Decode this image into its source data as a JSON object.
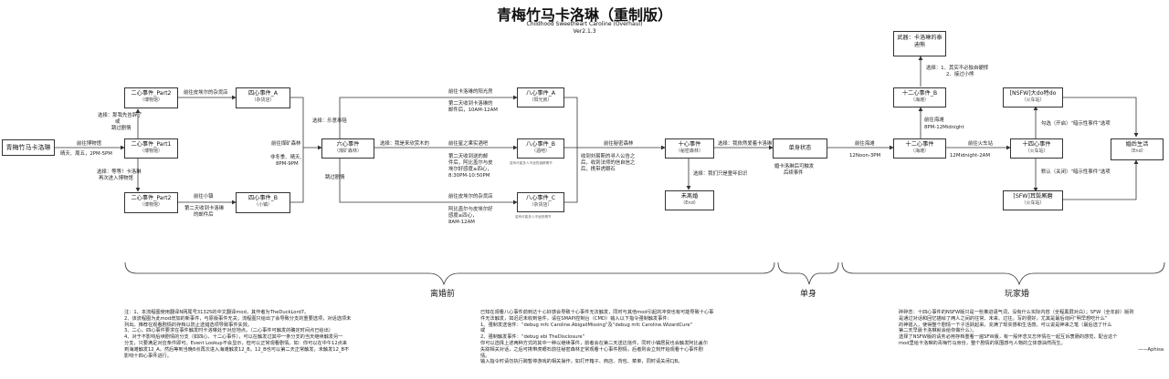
{
  "title": "青梅竹马卡洛琳（重制版）",
  "subtitle": "Childhood Sweetheart Caroline (Overhaul)",
  "version": "Ver2.1.3",
  "nodes": {
    "start": {
      "label": "青梅竹马卡洛琳"
    },
    "h2a": {
      "label": "二心事件_Part2",
      "sub": "（博物馆）"
    },
    "h2p1": {
      "label": "二心事件_Part1",
      "sub": "（博物馆）"
    },
    "h2b": {
      "label": "二心事件_Part2",
      "sub": "（博物馆）"
    },
    "h4a": {
      "label": "四心事件_A",
      "sub": "（杂货店）"
    },
    "h4b": {
      "label": "四心事件_B",
      "sub": "（小镇）"
    },
    "h6": {
      "label": "六心事件",
      "sub": "（煤矿森林）"
    },
    "h8a": {
      "label": "八心事件_A",
      "sub": "（阳光房）"
    },
    "h8b": {
      "label": "八心事件_B",
      "sub": "（酒吧）",
      "note": "若有可能多人不适的酒精情节"
    },
    "h8c": {
      "label": "八心事件_C",
      "sub": "（杂货店）",
      "note": "若有可能多人不适的情节"
    },
    "h10": {
      "label": "十心事件",
      "sub": "（秘密森林）"
    },
    "unmarried": {
      "label": "未离婚",
      "sub": "（End）"
    },
    "single": {
      "label": "单身状态"
    },
    "h12": {
      "label": "十二心事件",
      "sub": "（海滩）"
    },
    "h12b": {
      "label": "十二心事件_B",
      "sub": "（海滩）"
    },
    "weapon": {
      "label": "武器：卡洛琳的泰迪熊"
    },
    "h14": {
      "label": "十四心事件",
      "sub": "（火车站）"
    },
    "nsfw": {
      "label": "[NSFW]大do特do",
      "sub": "（火车站）"
    },
    "sfw": {
      "label": "[SFW]耳鬓厮磨",
      "sub": "（火车站）"
    },
    "after": {
      "label": "婚后生活",
      "sub": "（End）"
    }
  },
  "edges": {
    "museum_cond1": "前往博物馆",
    "museum_cond2": "晴天、周五，2PM-5PM",
    "choice_yes": "选择：那我先告辞了",
    "choice_yes2": "或",
    "choice_yes3": "跳过剧情",
    "choice_wait": "选择：等等！卡洛琳",
    "choice_wait2": "再次进入博物馆",
    "to_shop": "前往皮埃尔的杂货店",
    "to_town": "前往小镇",
    "letter": "第二天收到卡洛琳",
    "letter2": "的邮件后",
    "to_mine": "前往煤矿森林",
    "mine_cond": "非冬季、晴天、",
    "mine_cond2": "8PM-9PM",
    "choice_help": "选择：乐意奉陪",
    "choice_come": "选择：我是来欣赏木的",
    "skip": "跳过剧情",
    "sun_go": "前往卡洛琳的阳光房",
    "sun_c1": "第二天收到卡洛琳的",
    "sun_c2": "邮件后，10AM-12AM",
    "bar_go": "前往星之果实酒吧",
    "bar_c1": "第二天收到送的邮",
    "bar_c2": "件后，阿比盖尔与皮",
    "bar_c3": "埃尔好感度≥四心，",
    "bar_c4": "8:30PM-10:50PM",
    "shop_go": "前往皮埃尔的杂货店",
    "shop_c1": "阿比盖尔与皮埃尔好",
    "shop_c2": "感度≥四心，",
    "shop_c3": "8AM-12AM",
    "secret_go": "前往秘密森林",
    "secret_c1": "收到刘易斯的寻人公告之",
    "secret_c2": "后，收到法师的信自信之",
    "secret_c3": "后，携带虎眼石",
    "choice_love": "选择：我依然爱着卡洛琳",
    "choice_past": "选择：我们只是童年旧识",
    "single_c1": "婚卡洛琳后可触发",
    "single_c2": "后续事件",
    "beach_go": "前往海滩",
    "beach_time": "12Noon-3PM",
    "beach_b1": "前往海滩",
    "beach_b2": "8PM-12Midnight",
    "choice_not": "选择：1、其实不必独自硬撑",
    "choice_not2": "2、接过小熊",
    "train_go": "前往火车站",
    "train_time": "12Midnight-2AM",
    "opt_on": "勾选（开启）“暗示性事件”选项",
    "opt_off": "默认（关闭）“暗示性事件”选项"
  },
  "sections": {
    "left": "离婚前",
    "mid": "单身",
    "right": "玩家婚"
  },
  "notes": {
    "left_lines": [
      "注：1、本流程图使用翻译N网尾号31325的中文翻译mod，其作者为TheDuckLord7。",
      "2、该流程图为此mod增加的新事件，与原版事件无关；流程图只给出了会导致分支的重要选项，对话选项未",
      "列出。推荐在观看剧情的存档以防止选错选项导致事件失效。",
      "3、二心、四心事件要求在事件触发时卡洛琳处于对应地点。（二心事件可触发的确定时间点已给出）",
      "4、对于不影响后续剧情的分支（如四心、十二心事件），可以在触发过其中一条分支的当天继续触发另一",
      "分支，只要满足对应条件即可。Event Lookup不会显示，但可以正常观看剧情。如：你可以在中午12点来",
      "到海滩触发12_A，然后等到当晚8点再次进入海滩触发12_B。12_B也可以第二天正常触发，未触发12_B不",
      "影响十四心事件进行。"
    ],
    "mid_lines": [
      "已知在观看八心事件前到达十心好感会导致十心事件无法触发，同时与其他mod引起的冲突也有可能导致十心事",
      "件无法触发，如迟迟未收到信件，请在SMAPI控制台（CMD）输入以下指令强制触发事件：",
      "1、强制发送信件：“debug mfc Caroline.AbigailMissing”及“debug mfc Caroline.WizardCure”",
      "或",
      "2、强制触发事件：“debug ebi TheDisclosure”",
      "你可以选择上述两种方式的其中一种以继续事件，前者会在第二天送达信件，同时小镇居民也会触发阿比盖尔",
      "失踪相关对话，之后可携带虎眼石前往秘密森林正常观看十心事件剧情，后者则会立刻开始观看十心事件剧",
      "情。",
      "输入指令时请勿执行跨暂停游戏的相关操作，如打开箱子、商店、背包、菜单，同时请关闭CJB。"
    ],
    "right_lines": [
      "碎碎念：十四心事件的NSFW版只是一些推进语气词，没有什么实际内容（全程黑屏对白）；SFW（全年龄）版则",
      "是通过对话和回忆描绘了两人之间的往常、未来、过往。写的很好，尤其是最后询问“明早想吃什么”",
      "的神插入，使得整个剧情一下子活跃起来。充满了现实感和生活感。可以说是神来之笔（最后选了什么",
      "第二天早晨卡洛琳就会给你做什么）。",
      "选择了NSFW版的请务必用存档重看一遍SFW版，有一股怀念又忘怀情在一起互诉衷肠的感觉，配合这个",
      "mod里给卡洛琳的青梅竹马身份，整个剧情的氛围感与人物的立体感油然而生。",
      "——Aphisa"
    ]
  }
}
